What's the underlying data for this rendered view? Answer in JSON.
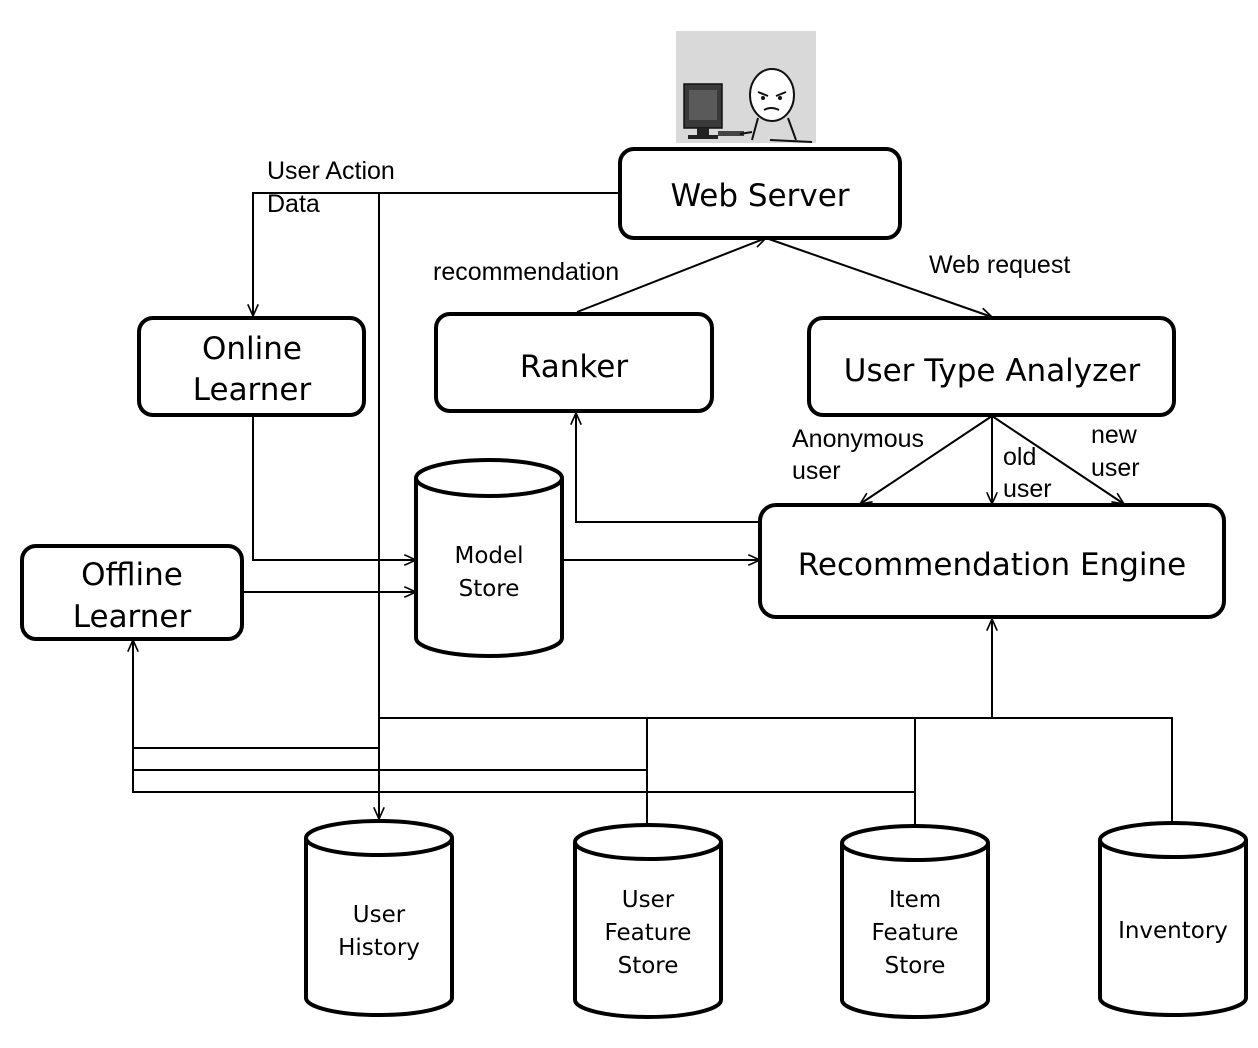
{
  "nodes": {
    "web_server": "Web Server",
    "online_learner": [
      "Online",
      "Learner"
    ],
    "ranker": "Ranker",
    "user_type_analyzer": "User Type Analyzer",
    "offline_learner": [
      "Offline",
      "Learner"
    ],
    "model_store": [
      "Model",
      "Store"
    ],
    "recommendation_engine": "Recommendation Engine",
    "user_history": [
      "User",
      "History"
    ],
    "user_feature_store": [
      "User",
      "Feature",
      "Store"
    ],
    "item_feature_store": [
      "Item",
      "Feature",
      "Store"
    ],
    "inventory": "Inventory"
  },
  "edge_labels": {
    "user_action_data": [
      "User Action",
      "Data"
    ],
    "recommendation": "recommendation",
    "web_request": "Web request",
    "anonymous_user": [
      "Anonymous",
      "user"
    ],
    "old_user": [
      "old",
      "user"
    ],
    "new_user": [
      "new",
      "user"
    ]
  },
  "icons": {
    "user_at_computer": "user-at-computer-icon"
  }
}
